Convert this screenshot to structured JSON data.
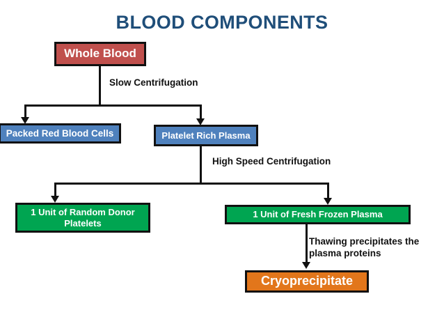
{
  "diagram": {
    "title": "BLOOD COMPONENTS",
    "type": "flowchart",
    "nodes": {
      "whole_blood": "Whole Blood",
      "packed_red_blood_cells": "Packed Red Blood Cells",
      "platelet_rich_plasma": "Platelet Rich Plasma",
      "random_donor_platelets": "1 Unit of Random Donor Platelets",
      "fresh_frozen_plasma": "1 Unit of Fresh Frozen Plasma",
      "cryoprecipitate": "Cryoprecipitate"
    },
    "edge_labels": {
      "slow_centrifugation": "Slow Centrifugation",
      "high_speed_centrifugation": "High Speed Centrifugation",
      "thawing": "Thawing  precipitates the\nplasma proteins"
    },
    "colors": {
      "title": "#1F4E79",
      "whole_blood": "#C0504D",
      "blue_nodes": "#4F81BD",
      "green_nodes": "#00A551",
      "cryoprecipitate": "#E2761B",
      "border": "#111111",
      "background": "#FFFFFF",
      "node_text": "#FFFFFF",
      "label_text": "#111111"
    }
  }
}
